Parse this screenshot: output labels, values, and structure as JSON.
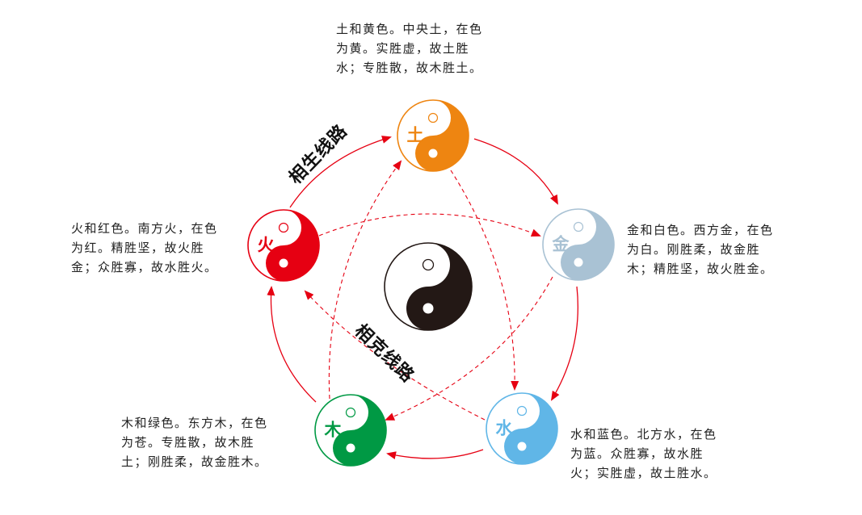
{
  "route_labels": {
    "sheng": "相生线路",
    "ke": "相克线路"
  },
  "colors": {
    "arrow": "#e60012",
    "center": "#231815"
  },
  "elements": [
    {
      "key": "earth",
      "label": "土",
      "color": "#ee8511",
      "desc": "土和黄色。中央土，在色\n为黄。实胜虚，故土胜\n水；专胜散，故木胜土。"
    },
    {
      "key": "metal",
      "label": "金",
      "color": "#a9c2d4",
      "desc": "金和白色。西方金，在色\n为白。刚胜柔，故金胜\n木；精胜坚，故火胜金。"
    },
    {
      "key": "water",
      "label": "水",
      "color": "#60b6e7",
      "desc": "水和蓝色。北方水，在色\n为蓝。众胜寡，故水胜\n火；实胜虚，故土胜水。"
    },
    {
      "key": "wood",
      "label": "木",
      "color": "#009944",
      "desc": "木和绿色。东方木，在色\n为苍。专胜散，故木胜\n土；刚胜柔，故金胜木。"
    },
    {
      "key": "fire",
      "label": "火",
      "color": "#e60012",
      "desc": "火和红色。南方火，在色\n为红。精胜坚，故火胜\n金；众胜寡，故水胜火。"
    }
  ]
}
